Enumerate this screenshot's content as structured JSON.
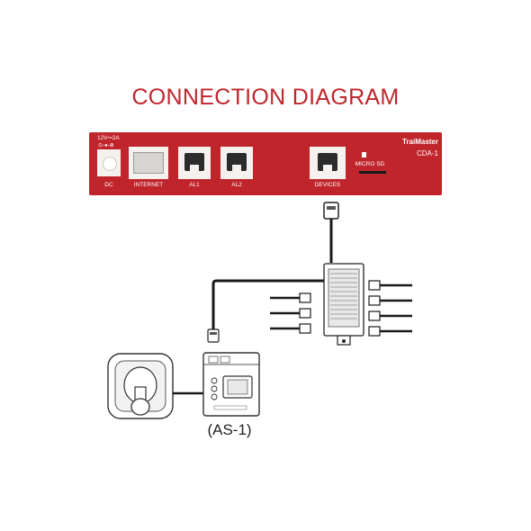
{
  "title": "CONNECTION DIAGRAM",
  "colors": {
    "title": "#c0252c",
    "panel": "#c0252c",
    "port": "#f4f1ef",
    "cable": "#1a1a1a"
  },
  "panel": {
    "power_rating": "12V⎓2A",
    "power_symbol": "⊙-●-⊕",
    "brand_prefix": "Trai",
    "brand_suffix": "Master",
    "model": "CDA-1",
    "ports": {
      "dc": "DC",
      "internet": "INTERNET",
      "al1": "AL1",
      "al2": "AL2",
      "devices": "DEVICES",
      "micro_sd": "MICRO SD"
    }
  },
  "module_caption": "(AS-1)"
}
